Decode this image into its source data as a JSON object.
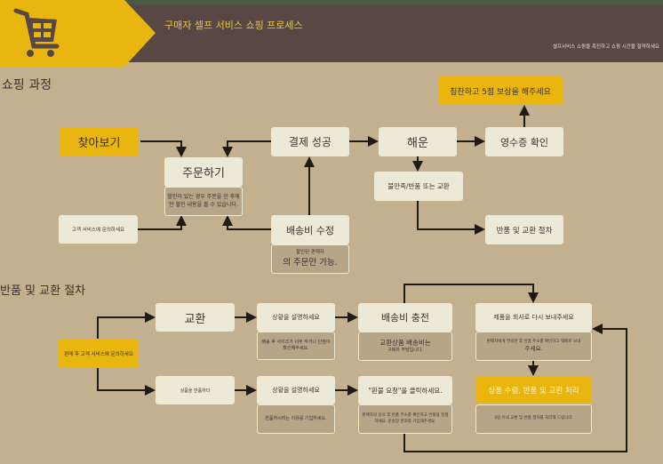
{
  "header": {
    "title": "구매자 셀프 서비스 쇼핑 프로세스",
    "subtitle": "셀프서비스 쇼핑을 촉진하고 쇼핑 시간을 절약하세요",
    "icon": "shopping-cart-icon"
  },
  "section1": {
    "heading": "쇼핑 과정",
    "browse": "찾아보기",
    "order": "주문하기",
    "order_note": "할인이 있는 경우 주문을 한 후에만 할인 내용을 볼 수 있습니다.",
    "contact": "고객 서비스에 문의하세요",
    "payment": "결제 성공",
    "shipping_edit": "배송비 수정",
    "shipping_note_small": "할인된 판매자",
    "shipping_note": "의 주문만 가능.",
    "shipping": "해운",
    "receipt": "영수증 확인",
    "praise": "칭찬하고 5점 보상을 해주세요",
    "unsatisfied": "불만족/반품 또는 교환",
    "procedure": "반품 및 교환 절차"
  },
  "section2": {
    "heading": "반품 및 교환 절차",
    "start": "판매 후 고객 서비스에 문의하세요",
    "exchange": "교환",
    "return": "상품을 반품하다",
    "explain1": "상황을 설명하세요",
    "explain1_note": "배송 후 사이즈가 너무 작거나 단점이 확인해주세요.",
    "charge": "배송비 충전",
    "charge_note_big": "교환상품 배송비는",
    "charge_note": "구매자 부담입니다.",
    "explain2": "상황을 설명하세요",
    "explain2_note": "반품하시려는 이유를 기입하세요.",
    "refund": "\"환불 요청\"을 클릭하세요.",
    "refund_note": "판매자의 동의 후 반품 주소를 확인하고 반품을 진행하세요. 운송장 번호를 기입해주세요.",
    "send_back": "제품을 회사로 다시 보내주세요",
    "send_back_note": "판매자에게 연락한 후 반품 주소를 확인하고 택배로 보내",
    "send_back_note2": "주세요.",
    "process": "상품 수령, 반품 및 교환 처리",
    "process_note": "3일 이내 교환 및 반품 절차를 처리해 드립니다."
  },
  "colors": {
    "background": "#c2b08f",
    "header": "#594744",
    "accent": "#e8b60e",
    "box": "#ecead6"
  }
}
